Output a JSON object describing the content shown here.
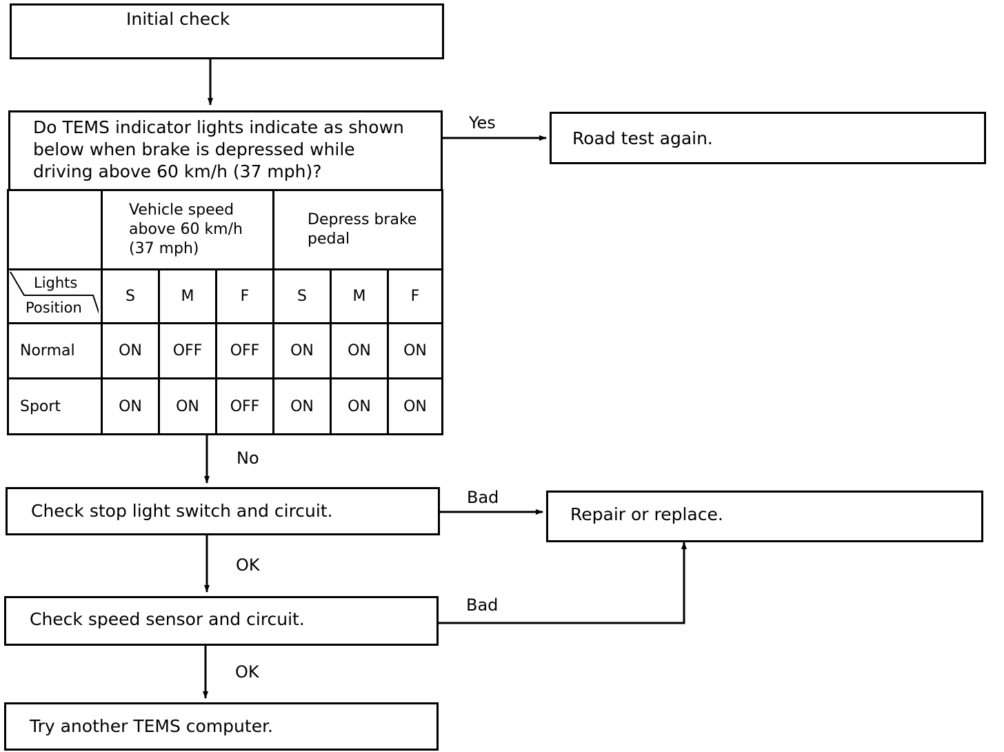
{
  "steps": {
    "initial_check": "Initial check",
    "question": [
      "Do TEMS indicator lights indicate as shown",
      "below when brake is depressed while",
      "driving above 60 km/h (37 mph)?"
    ],
    "road_test": "Road test again.",
    "check_stop_light": "Check stop light switch and circuit.",
    "repair_replace": "Repair or replace.",
    "check_speed_sensor": "Check speed sensor and circuit.",
    "try_another": "Try another TEMS computer."
  },
  "branch_labels": {
    "yes": "Yes",
    "no": "No",
    "bad_1": "Bad",
    "ok_1": "OK",
    "bad_2": "Bad",
    "ok_2": "OK"
  },
  "table": {
    "group_headers": [
      [
        "Vehicle speed",
        "above 60 km/h",
        "(37 mph)"
      ],
      [
        "Depress brake",
        "pedal"
      ]
    ],
    "corner": {
      "top": "Lights",
      "bottom": "Position"
    },
    "columns": [
      "S",
      "M",
      "F",
      "S",
      "M",
      "F"
    ],
    "rows": [
      {
        "position": "Normal",
        "values": [
          "ON",
          "OFF",
          "OFF",
          "ON",
          "ON",
          "ON"
        ]
      },
      {
        "position": "Sport",
        "values": [
          "ON",
          "ON",
          "OFF",
          "ON",
          "ON",
          "ON"
        ]
      }
    ]
  }
}
